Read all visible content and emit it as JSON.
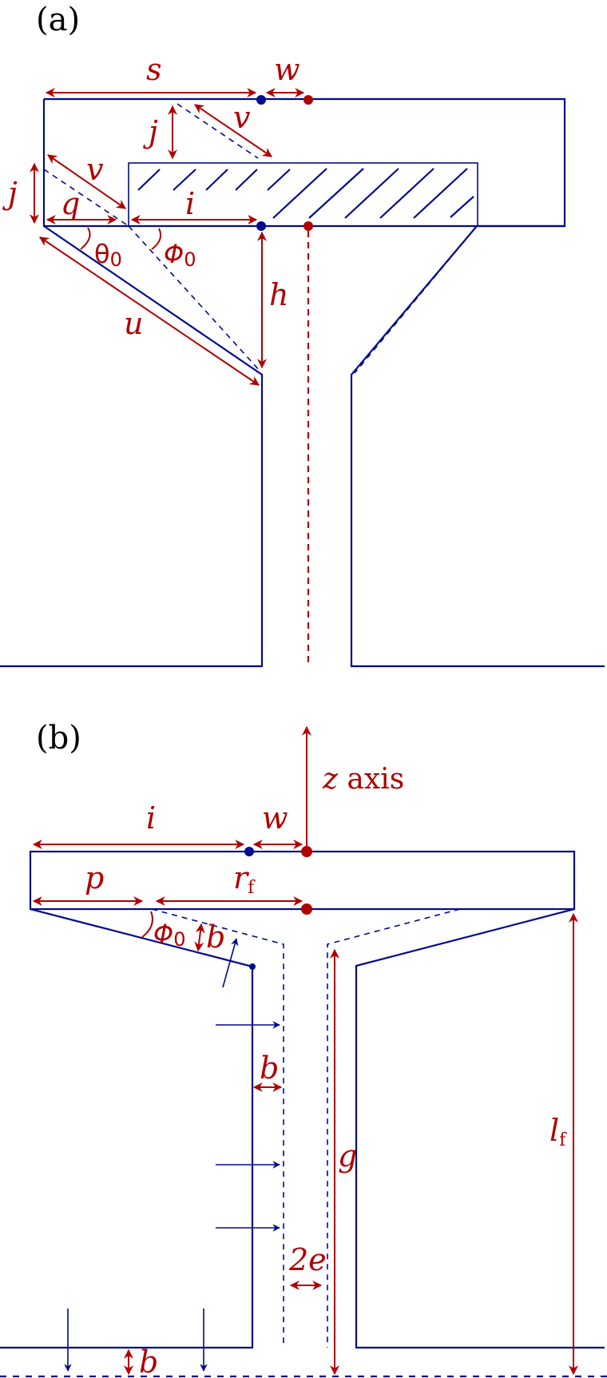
{
  "figure": {
    "panels": [
      {
        "id": "a",
        "label": "(a)",
        "dimension_labels": {
          "s": "s",
          "w": "w",
          "j_top": "j",
          "v_top": "v",
          "j_left": "j",
          "v_left": "v",
          "q": "q",
          "i": "i",
          "theta": "θ",
          "theta_sub": "0",
          "phi": "Φ",
          "phi_sub": "0",
          "u": "u",
          "h": "h"
        }
      },
      {
        "id": "b",
        "label": "(b)",
        "axis_label": "z axis",
        "axis_label_z": "z",
        "axis_label_rest": " axis",
        "dimension_labels": {
          "i": "i",
          "w": "w",
          "p": "p",
          "r": "r",
          "r_sub": "f",
          "phi": "Φ",
          "phi_sub": "0",
          "b_slope": "b",
          "b_wall": "b",
          "two_e": "2e",
          "g": "g",
          "l": "l",
          "l_sub": "f",
          "b_bottom": "b"
        }
      }
    ],
    "colors": {
      "geometry": "#000c8c",
      "dimensions": "#b00000",
      "panel_label": "#000000"
    }
  }
}
